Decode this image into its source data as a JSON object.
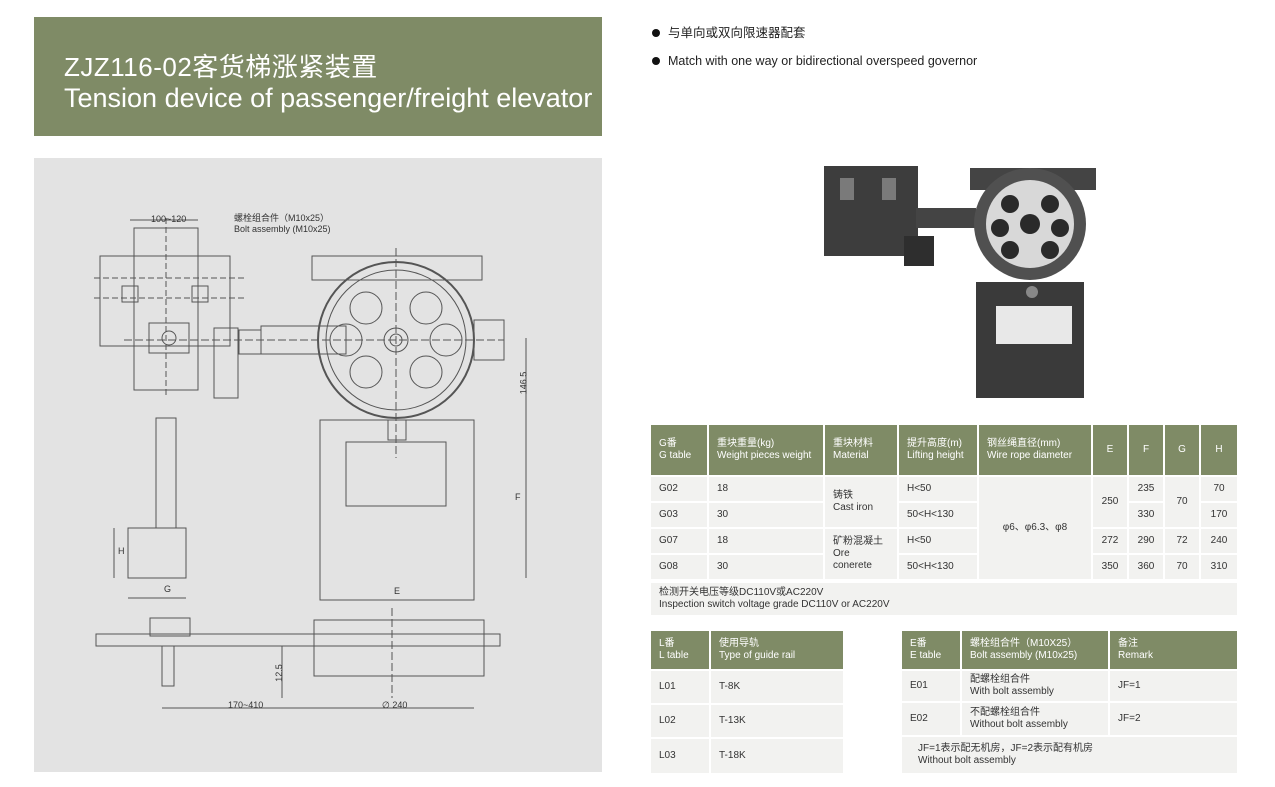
{
  "header": {
    "title_zh": "ZJZ116-02客货梯涨紧装置",
    "title_en": "Tension device of passenger/freight elevator"
  },
  "bullets": [
    "与单向或双向限速器配套",
    "Match with one way or bidirectional overspeed governor"
  ],
  "drawing": {
    "dim_top": "100~120",
    "bolt_zh": "螺栓组合件（M10x25）",
    "bolt_en": "Bolt assembly (M10x25)",
    "dim_146": "146.5",
    "dim_F": "F",
    "dim_H": "H",
    "dim_G": "G",
    "dim_E": "E",
    "dim_12": "12.5",
    "dim_range": "170~410",
    "dim_diam": "∅ 240"
  },
  "g_table": {
    "headers": [
      {
        "zh": "G番",
        "en": "G table"
      },
      {
        "zh": "重块重量(kg)",
        "en": "Weight pieces weight"
      },
      {
        "zh": "重块材料",
        "en": "Material"
      },
      {
        "zh": "提升高度(m)",
        "en": "Lifting height"
      },
      {
        "zh": "钢丝绳直径(mm)",
        "en": "Wire rope diameter"
      },
      {
        "zh": "E",
        "en": ""
      },
      {
        "zh": "F",
        "en": ""
      },
      {
        "zh": "G",
        "en": ""
      },
      {
        "zh": "H",
        "en": ""
      }
    ],
    "rows": [
      {
        "code": "G02",
        "weight": "18",
        "height": "H<50",
        "F": "235",
        "H": "70"
      },
      {
        "code": "G03",
        "weight": "30",
        "height": "50<H<130",
        "F": "330",
        "H": "170"
      },
      {
        "code": "G07",
        "weight": "18",
        "height": "H<50",
        "E": "272",
        "F": "290",
        "G": "72",
        "H": "240"
      },
      {
        "code": "G08",
        "weight": "30",
        "height": "50<H<130",
        "E": "350",
        "F": "360",
        "G": "70",
        "H": "310"
      }
    ],
    "mat1_zh": "铸铁",
    "mat1_en": "Cast iron",
    "mat2_zh": "矿粉混凝土",
    "mat2_en": "Ore conerete",
    "rope": "φ6、φ6.3、φ8",
    "E_merged": "250",
    "G_merged": "70",
    "note_zh": "检测开关电压等级DC110V或AC220V",
    "note_en": "Inspection switch voltage grade DC110V or AC220V"
  },
  "l_table": {
    "h1_zh": "L番",
    "h1_en": "L table",
    "h2_zh": "使用导轨",
    "h2_en": "Type of guide rail",
    "rows": [
      {
        "code": "L01",
        "rail": "T-8K"
      },
      {
        "code": "L02",
        "rail": "T-13K"
      },
      {
        "code": "L03",
        "rail": "T-18K"
      }
    ]
  },
  "e_table": {
    "h1_zh": "E番",
    "h1_en": "E table",
    "h2_zh": "螺栓组合件（M10X25）",
    "h2_en": "Bolt assembly (M10x25)",
    "h3_zh": "备注",
    "h3_en": "Remark",
    "rows": [
      {
        "code": "E01",
        "zh": "配螺栓组合件",
        "en": "With bolt assembly",
        "remark": "JF=1"
      },
      {
        "code": "E02",
        "zh": "不配螺栓组合件",
        "en": "Without bolt assembly",
        "remark": "JF=2"
      }
    ],
    "note_zh": "JF=1表示配无机房，JF=2表示配有机房",
    "note_en": "Without bolt assembly"
  }
}
